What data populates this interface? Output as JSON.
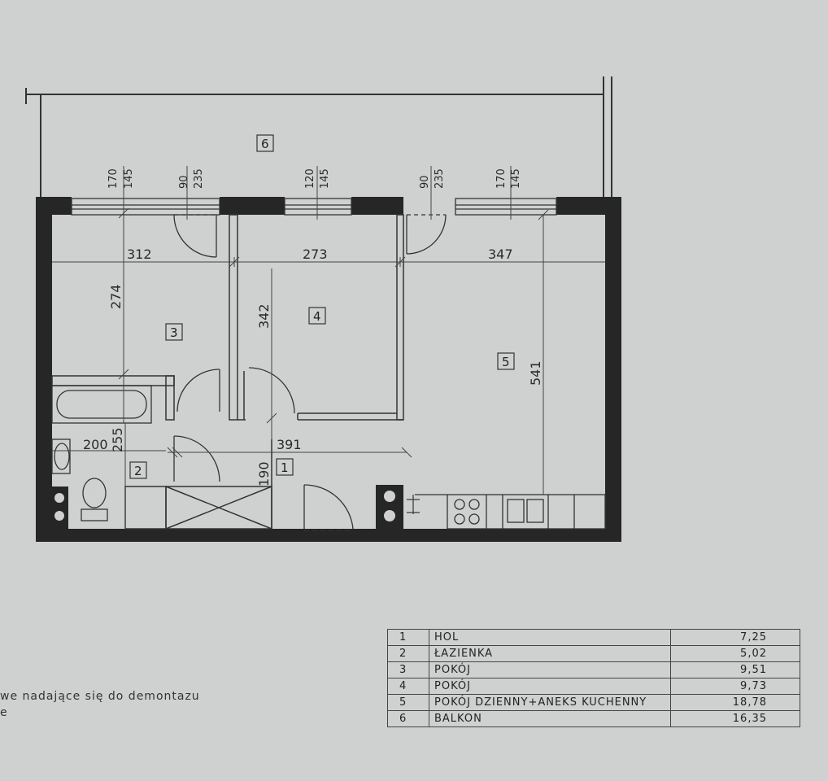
{
  "plan": {
    "room_tags": {
      "r1": "1",
      "r2": "2",
      "r3": "3",
      "r4": "4",
      "r5": "5",
      "r6": "6"
    },
    "dimensions": {
      "w312": "312",
      "w273": "273",
      "w347": "347",
      "w391": "391",
      "h274": "274",
      "h342": "342",
      "h541": "541",
      "h190": "190",
      "h255": "255",
      "w200": "200",
      "win1_a": "170",
      "win1_b": "145",
      "door1_a": "90",
      "door1_b": "235",
      "win2_a": "120",
      "win2_b": "145",
      "door2_a": "90",
      "door2_b": "235",
      "win3_a": "170",
      "win3_b": "145"
    }
  },
  "note": {
    "line1": "we nadające się do demontazu",
    "line2": "e"
  },
  "rooms_table": [
    {
      "num": "1",
      "name": "HOL",
      "area": "7,25"
    },
    {
      "num": "2",
      "name": "ŁAZIENKA",
      "area": "5,02"
    },
    {
      "num": "3",
      "name": "POKÓJ",
      "area": "9,51"
    },
    {
      "num": "4",
      "name": "POKÓJ",
      "area": "9,73"
    },
    {
      "num": "5",
      "name": "POKÓJ DZIENNY+ANEKS KUCHENNY",
      "area": "18,78"
    },
    {
      "num": "6",
      "name": "BALKON",
      "area": "16,35"
    }
  ]
}
